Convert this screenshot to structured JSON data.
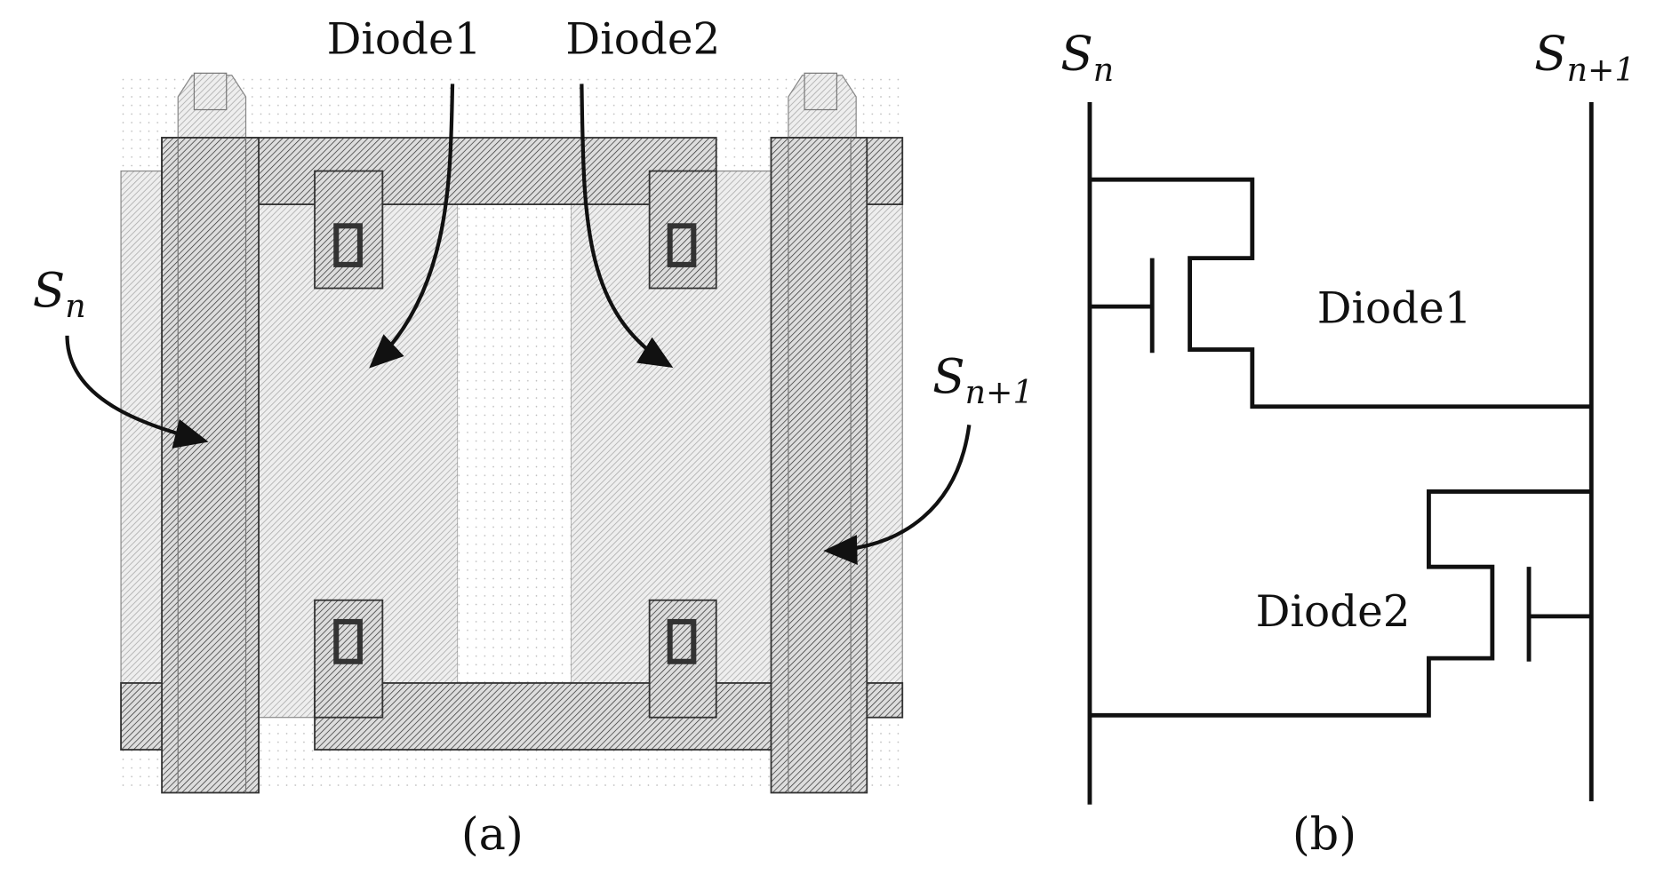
{
  "panel_a": {
    "caption": "(a)",
    "labels": {
      "diode1": "Diode1",
      "diode2": "Diode2",
      "sn_base": "S",
      "sn_sub": "n",
      "sn1_base": "S",
      "sn1_sub": "n+1"
    }
  },
  "panel_b": {
    "caption": "(b)",
    "labels": {
      "diode1": "Diode1",
      "diode2": "Diode2",
      "sn_base": "S",
      "sn_sub": "n",
      "sn1_base": "S",
      "sn1_sub": "n+1"
    }
  },
  "colors": {
    "line": "#111111",
    "hatch_dark": "#222222",
    "hatch_light": "#9a9a9a"
  }
}
